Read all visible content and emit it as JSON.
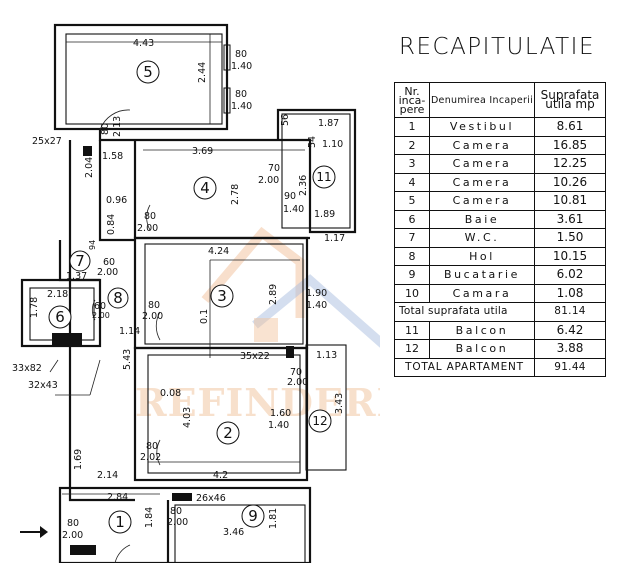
{
  "recap": {
    "title": "RECAPITULATIE",
    "headers": {
      "nr": "Nr. inca-pere",
      "name": "Denumirea Incaperii",
      "area": "Suprafata utila mp"
    },
    "rows": [
      {
        "nr": "1",
        "name": "Vestibul",
        "area": "8.61"
      },
      {
        "nr": "2",
        "name": "Camera",
        "area": "16.85"
      },
      {
        "nr": "3",
        "name": "Camera",
        "area": "12.25"
      },
      {
        "nr": "4",
        "name": "Camera",
        "area": "10.26"
      },
      {
        "nr": "5",
        "name": "Camera",
        "area": "10.81"
      },
      {
        "nr": "6",
        "name": "Baie",
        "area": "3.61"
      },
      {
        "nr": "7",
        "name": "W.C.",
        "area": "1.50"
      },
      {
        "nr": "8",
        "name": "Hol",
        "area": "10.15"
      },
      {
        "nr": "9",
        "name": "Bucatarie",
        "area": "6.02"
      },
      {
        "nr": "10",
        "name": "Camara",
        "area": "1.08"
      }
    ],
    "useful_total": {
      "label": "Total suprafata utila",
      "area": "81.14"
    },
    "balconies": [
      {
        "nr": "11",
        "name": "Balcon",
        "area": "6.42"
      },
      {
        "nr": "12",
        "name": "Balcon",
        "area": "3.88"
      }
    ],
    "apartment_total": {
      "label": "TOTAL APARTAMENT",
      "area": "91.44"
    }
  },
  "watermark": "REFINDERIMOB",
  "plan": {
    "room_numbers": [
      "5",
      "4",
      "11",
      "7",
      "8",
      "6",
      "3",
      "2",
      "12",
      "1",
      "9"
    ],
    "dimensions": [
      "4.43",
      "80",
      "1.40",
      "2.44",
      "80",
      "1.40",
      "80",
      "2.13",
      "25x27",
      "1.58",
      "3.69",
      "56",
      "1.87",
      "54",
      "1.10",
      "70",
      "2.00",
      "2.36",
      "2.78",
      "2.04",
      "90",
      "1.40",
      "1.89",
      "0.96",
      "80",
      "2.00",
      "0.84",
      "1.17",
      "4.24",
      "94",
      "1.37",
      "60",
      "2.00",
      "2.18",
      "60",
      "2.00",
      "1.78",
      "80",
      "2.00",
      "2.89",
      "0.1",
      "1.90",
      "1.40",
      "1.14",
      "33x82",
      "32x43",
      "5.43",
      "35x22",
      "1.13",
      "70",
      "2.00",
      "0.08",
      "3.43",
      "4.03",
      "1.60",
      "1.40",
      "80",
      "2.02",
      "1.69",
      "2.14",
      "4.2",
      "2.84",
      "26x46",
      "80",
      "2.00",
      "1.84",
      "80",
      "2.00",
      "3.46",
      "1.81"
    ]
  }
}
